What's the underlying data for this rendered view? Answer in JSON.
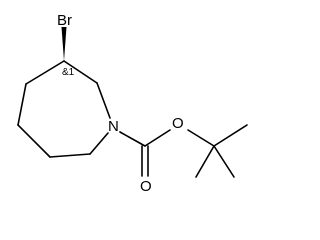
{
  "molecule": {
    "atoms": {
      "bromine": "Br",
      "stereo_descriptor": "&1",
      "ring_nitrogen": "N",
      "ester_oxygen": "O",
      "carbonyl_oxygen": "O"
    },
    "colors": {
      "bond": "#000000",
      "text": "#000000",
      "background": "#ffffff"
    }
  }
}
